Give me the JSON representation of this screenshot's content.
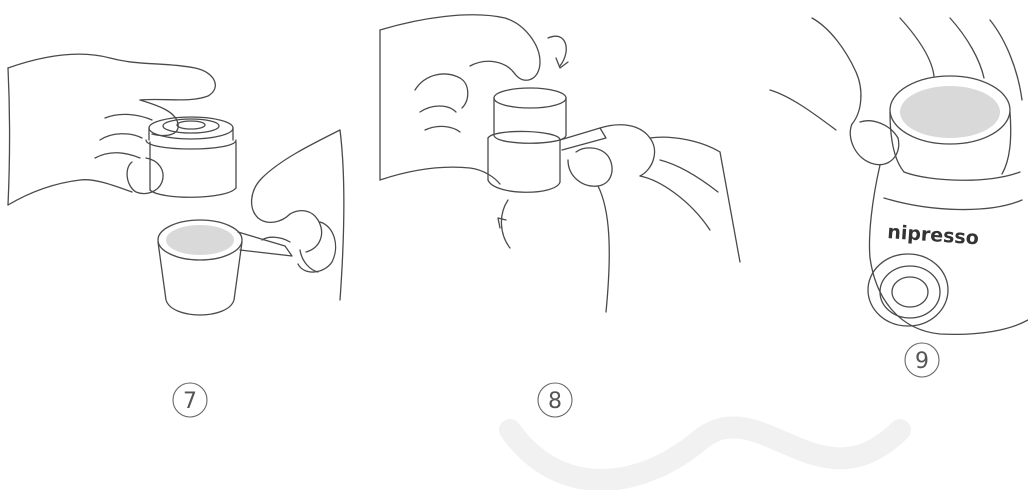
{
  "steps": [
    {
      "number": "7"
    },
    {
      "number": "8"
    },
    {
      "number": "9"
    }
  ],
  "device": {
    "brand_text": "nipresso"
  },
  "colors": {
    "line": "#4a4a4a",
    "coffee": "#d9d9d9",
    "watermark": "#f1f1f1"
  }
}
